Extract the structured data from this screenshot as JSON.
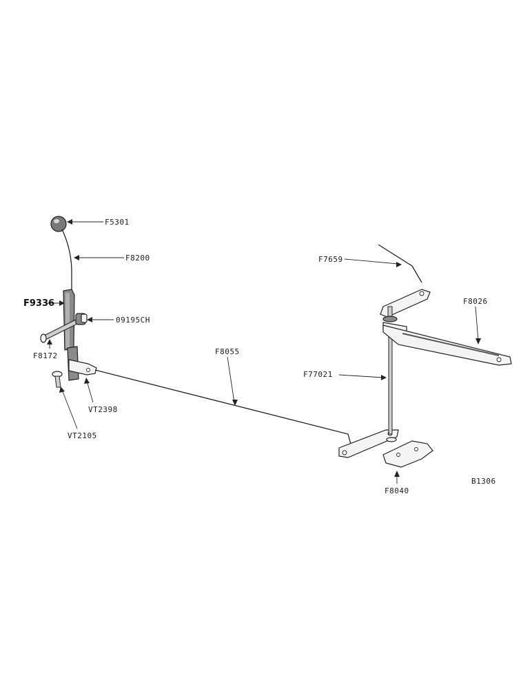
{
  "labels": {
    "F5301": "F5301",
    "F8200": "F8200",
    "F9336": "F9336",
    "09195CH": "09195CH",
    "F8172": "F8172",
    "VT2398": "VT2398",
    "VT2105": "VT2105",
    "F8055": "F8055",
    "F7659": "F7659",
    "F8026": "F8026",
    "F77021": "F77021",
    "F8040": "F8040"
  },
  "figure_id": "B1306"
}
